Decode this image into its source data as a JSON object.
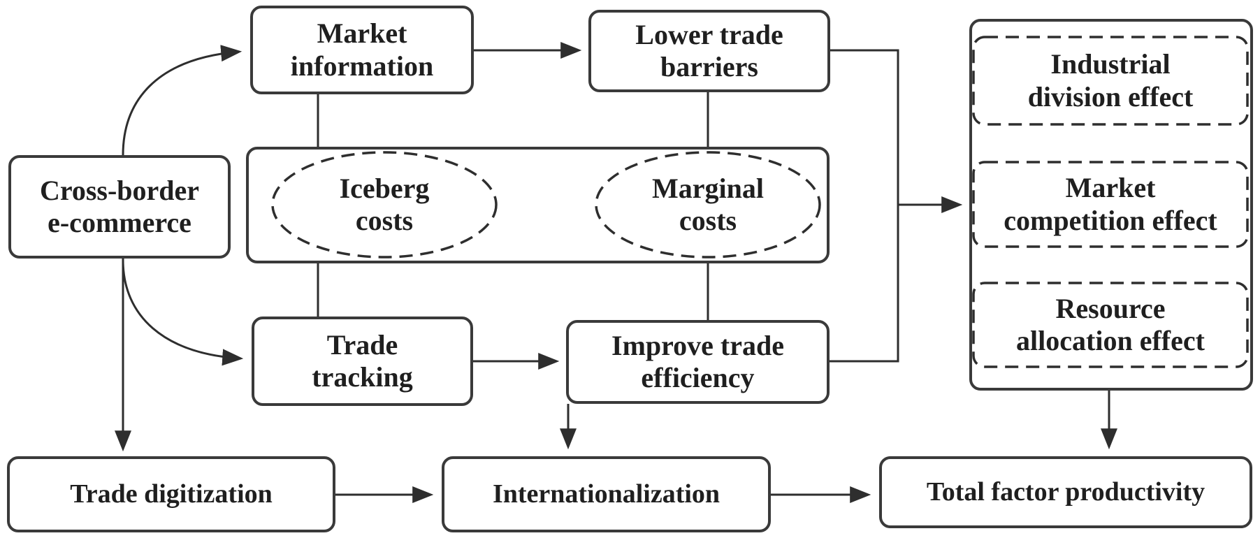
{
  "figure": {
    "background_color": "#ffffff",
    "line_color": "#3a3a3a",
    "text_color": "#1f1f1f"
  },
  "nodes": {
    "cross_border": {
      "label": "Cross-border\ne-commerce"
    },
    "market_information": {
      "label": "Market\ninformation"
    },
    "lower_trade_barriers": {
      "label": "Lower trade\nbarriers"
    },
    "iceberg_costs": {
      "label": "Iceberg\ncosts"
    },
    "marginal_costs": {
      "label": "Marginal\ncosts"
    },
    "trade_tracking": {
      "label": "Trade\ntracking"
    },
    "improve_trade_efficiency": {
      "label": "Improve trade\nefficiency"
    },
    "industrial_division_effect": {
      "label": "Industrial\ndivision effect"
    },
    "market_competition_effect": {
      "label": "Market\ncompetition effect"
    },
    "resource_allocation_effect": {
      "label": "Resource\nallocation effect"
    },
    "trade_digitization": {
      "label": "Trade digitization"
    },
    "internationalization": {
      "label": "Internationalization"
    },
    "total_factor_productivity": {
      "label": "Total factor productivity"
    }
  },
  "edges": [
    {
      "from": "cross_border",
      "to": "market_information",
      "style": "curved-arrow"
    },
    {
      "from": "cross_border",
      "to": "trade_tracking",
      "style": "curved-arrow"
    },
    {
      "from": "cross_border",
      "to": "trade_digitization",
      "style": "straight-arrow"
    },
    {
      "from": "market_information",
      "to": "lower_trade_barriers",
      "style": "straight-arrow"
    },
    {
      "from": "market_information",
      "to": "iceberg_costs",
      "style": "line"
    },
    {
      "from": "iceberg_costs",
      "to": "trade_tracking",
      "style": "line"
    },
    {
      "from": "lower_trade_barriers",
      "to": "marginal_costs",
      "style": "line"
    },
    {
      "from": "marginal_costs",
      "to": "improve_trade_efficiency",
      "style": "line"
    },
    {
      "from": "trade_tracking",
      "to": "improve_trade_efficiency",
      "style": "straight-arrow"
    },
    {
      "from": "lower_trade_barriers + improve_trade_efficiency",
      "to": "effects_panel",
      "style": "bracket-arrow"
    },
    {
      "from": "improve_trade_efficiency",
      "to": "internationalization",
      "style": "straight-arrow"
    },
    {
      "from": "effects_panel",
      "to": "total_factor_productivity",
      "style": "straight-arrow"
    },
    {
      "from": "trade_digitization",
      "to": "internationalization",
      "style": "straight-arrow"
    },
    {
      "from": "internationalization",
      "to": "total_factor_productivity",
      "style": "straight-arrow"
    }
  ]
}
